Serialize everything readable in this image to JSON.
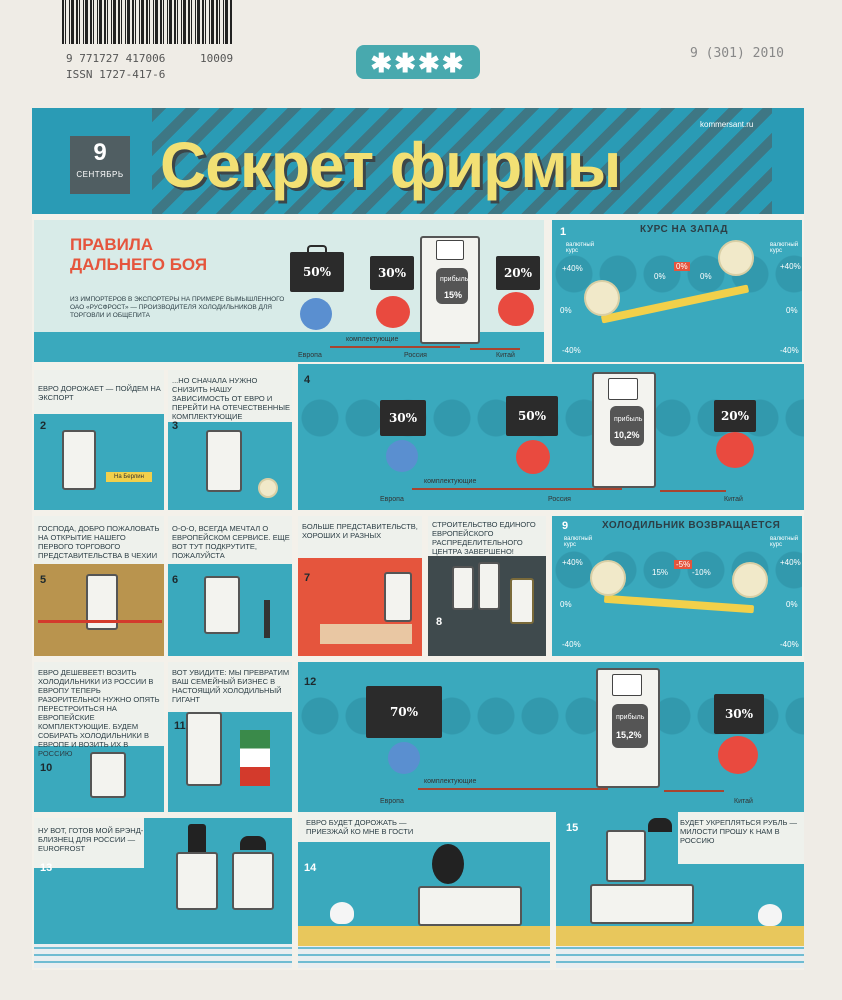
{
  "header": {
    "barcode_number": "9 771727 417006",
    "barcode_addon": "10009",
    "issn": "ISSN 1727-417-6",
    "stars": "✱✱✱✱",
    "issue_info": "9 (301) 2010"
  },
  "masthead": {
    "issue_number": "9",
    "month": "СЕНТЯБРЬ",
    "title": "Секрет фирмы",
    "site": "kommersant.ru"
  },
  "intro": {
    "title_line1": "ПРАВИЛА",
    "title_line2": "ДАЛЬНЕГО БОЯ",
    "subtitle": "ИЗ ИМПОРТЕРОВ В ЭКСПОРТЕРЫ НА ПРИМЕРЕ ВЫМЫШЛЕННОГО ОАО «РУСФРОСТ» — ПРОИЗВОДИТЕЛЯ ХОЛОДИЛЬНИКОВ ДЛЯ ТОРГОВЛИ И ОБЩЕПИТА",
    "cases": [
      "50%",
      "30%",
      "20%"
    ],
    "profit_label": "прибыль",
    "profit_value": "15%",
    "parts_label": "комплектующие",
    "places": [
      "Европа",
      "Россия",
      "Китай"
    ]
  },
  "panels": {
    "p1": {
      "number": "1",
      "title": "КУРС НА ЗАПАД",
      "left_label": "валютный курс",
      "right_label": "валютный курс",
      "left_top": "+40%",
      "right_top": "+40%",
      "left_mid": "0%",
      "right_mid": "0%",
      "left_bottom": "-40%",
      "right_bottom": "-40%",
      "center_left": "0%",
      "center_value": "0%",
      "center_right": "0%"
    },
    "p2": {
      "number": "2",
      "caption": "ЕВРО ДОРОЖАЕТ — ПОЙДЕМ НА ЭКСПОРТ",
      "sign": "На Берлин"
    },
    "p3": {
      "number": "3",
      "caption": "...НО СНАЧАЛА НУЖНО СНИЗИТЬ НАШУ ЗАВИСИМОСТЬ ОТ ЕВРО И ПЕРЕЙТИ НА ОТЕЧЕСТВЕННЫЕ КОМПЛЕКТУЮЩИЕ"
    },
    "p4": {
      "number": "4",
      "cases": [
        "30%",
        "50%",
        "20%"
      ],
      "profit_label": "прибыль",
      "profit_value": "10,2%",
      "parts_label": "комплектующие",
      "places": [
        "Европа",
        "Россия",
        "Китай"
      ]
    },
    "p5": {
      "number": "5",
      "caption": "ГОСПОДА, ДОБРО ПОЖАЛОВАТЬ НА ОТКРЫТИЕ НАШЕГО ПЕРВОГО ТОРГОВОГО ПРЕДСТАВИТЕЛЬСТВА В ЧЕХИИ"
    },
    "p6": {
      "number": "6",
      "caption": "О-О-О, ВСЕГДА МЕЧТАЛ О ЕВРОПЕЙСКОМ СЕРВИСЕ. ЕЩЕ ВОТ ТУТ ПОДКРУТИТЕ, ПОЖАЛУЙСТА"
    },
    "p7": {
      "number": "7",
      "caption": "БОЛЬШЕ ПРЕДСТАВИТЕЛЬСТВ, ХОРОШИХ И РАЗНЫХ"
    },
    "p8": {
      "number": "8",
      "caption": "СТРОИТЕЛЬСТВО ЕДИНОГО ЕВРОПЕЙСКОГО РАСПРЕДЕЛИТЕЛЬНОГО ЦЕНТРА ЗАВЕРШЕНО!"
    },
    "p9": {
      "number": "9",
      "title": "ХОЛОДИЛЬНИК ВОЗВРАЩАЕТСЯ",
      "left_label": "валютный курс",
      "right_label": "валютный курс",
      "left_top": "+40%",
      "right_top": "+40%",
      "left_mid": "0%",
      "right_mid": "0%",
      "left_bottom": "-40%",
      "right_bottom": "-40%",
      "center_left": "15%",
      "center_value": "-5%",
      "center_right": "-10%"
    },
    "p10": {
      "number": "10",
      "caption": "ЕВРО ДЕШЕВЕЕТ! ВОЗИТЬ ХОЛОДИЛЬНИКИ ИЗ РОССИИ В ЕВРОПУ ТЕПЕРЬ РАЗОРИТЕЛЬНО! НУЖНО ОПЯТЬ ПЕРЕСТРОИТЬСЯ НА ЕВРОПЕЙСКИЕ КОМПЛЕКТУЮЩИЕ. БУДЕМ СОБИРАТЬ ХОЛОДИЛЬНИКИ В ЕВРОПЕ И ВОЗИТЬ ИХ В РОССИЮ"
    },
    "p11": {
      "number": "11",
      "caption": "ВОТ УВИДИТЕ: МЫ ПРЕВРАТИМ ВАШ СЕМЕЙНЫЙ БИЗНЕС В НАСТОЯЩИЙ ХОЛОДИЛЬНЫЙ ГИГАНТ"
    },
    "p12": {
      "number": "12",
      "cases": [
        "70%",
        "30%"
      ],
      "profit_label": "прибыль",
      "profit_value": "15,2%",
      "parts_label": "комплектующие",
      "places": [
        "Европа",
        "Китай"
      ]
    },
    "p13": {
      "number": "13",
      "caption": "НУ ВОТ, ГОТОВ МОЙ БРЭНД-БЛИЗНЕЦ ДЛЯ РОССИИ — EUROFROST"
    },
    "p14": {
      "number": "14",
      "caption": "ЕВРО БУДЕТ ДОРОЖАТЬ — ПРИЕЗЖАЙ КО МНЕ В ГОСТИ"
    },
    "p15": {
      "number": "15",
      "caption": "БУДЕТ УКРЕПЛЯТЬСЯ РУБЛЬ — МИЛОСТИ ПРОШУ К НАМ В РОССИЮ"
    }
  }
}
